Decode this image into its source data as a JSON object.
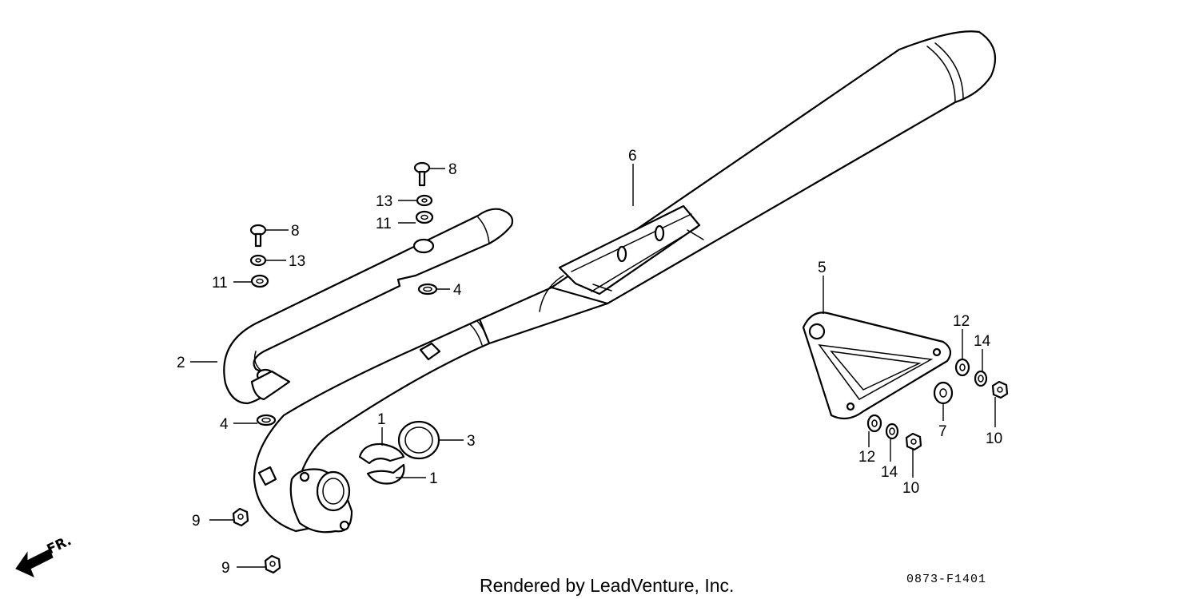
{
  "callouts": {
    "c1a": "1",
    "c1b": "1",
    "c2": "2",
    "c3": "3",
    "c4a": "4",
    "c4b": "4",
    "c5": "5",
    "c6": "6",
    "c7": "7",
    "c8a": "8",
    "c8b": "8",
    "c9a": "9",
    "c9b": "9",
    "c10a": "10",
    "c10b": "10",
    "c11a": "11",
    "c11b": "11",
    "c12a": "12",
    "c12b": "12",
    "c13a": "13",
    "c13b": "13",
    "c14a": "14",
    "c14b": "14"
  },
  "direction": {
    "label": "FR."
  },
  "footer": {
    "rendered_by": "Rendered by LeadVenture, Inc.",
    "diagram_code": "0873-F1401"
  },
  "colors": {
    "line": "#000000",
    "background": "#ffffff"
  }
}
